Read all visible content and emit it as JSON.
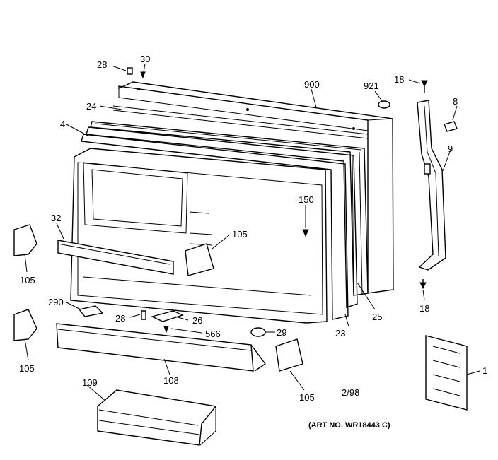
{
  "labels": {
    "p28a": "28",
    "p30": "30",
    "p900": "900",
    "p921": "921",
    "p18a": "18",
    "p8": "8",
    "p24": "24",
    "p4": "4",
    "p9": "9",
    "p150": "150",
    "p32": "32",
    "p105a": "105",
    "p105b": "105",
    "p105c": "105",
    "p105d": "105",
    "p290": "290",
    "p28b": "28",
    "p26": "26",
    "p566": "566",
    "p29": "29",
    "p23": "23",
    "p25": "25",
    "p18b": "18",
    "p1": "1",
    "p108": "108",
    "p109": "109"
  },
  "date_code": "2/98",
  "art_no": "(ART NO. WR18443 C)"
}
